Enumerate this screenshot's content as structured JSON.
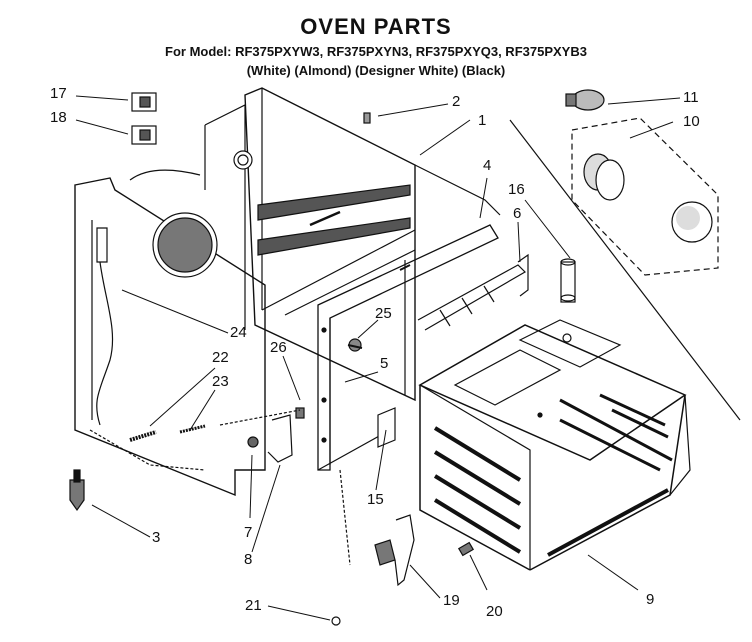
{
  "header": {
    "title": "OVEN PARTS",
    "model_line": "For Model: RF375PXYW3, RF375PXYN3, RF375PXYQ3, RF375PXYB3",
    "variant_line": "(White) (Almond) (Designer White) (Black)"
  },
  "callouts": {
    "p1": "1",
    "p2": "2",
    "p3": "3",
    "p4": "4",
    "p5": "5",
    "p6": "6",
    "p7": "7",
    "p8": "8",
    "p9": "9",
    "p10": "10",
    "p11": "11",
    "p15": "15",
    "p16": "16",
    "p17": "17",
    "p18": "18",
    "p19": "19",
    "p20": "20",
    "p21": "21",
    "p22": "22",
    "p23": "23",
    "p24": "24",
    "p25": "25",
    "p26": "26"
  }
}
